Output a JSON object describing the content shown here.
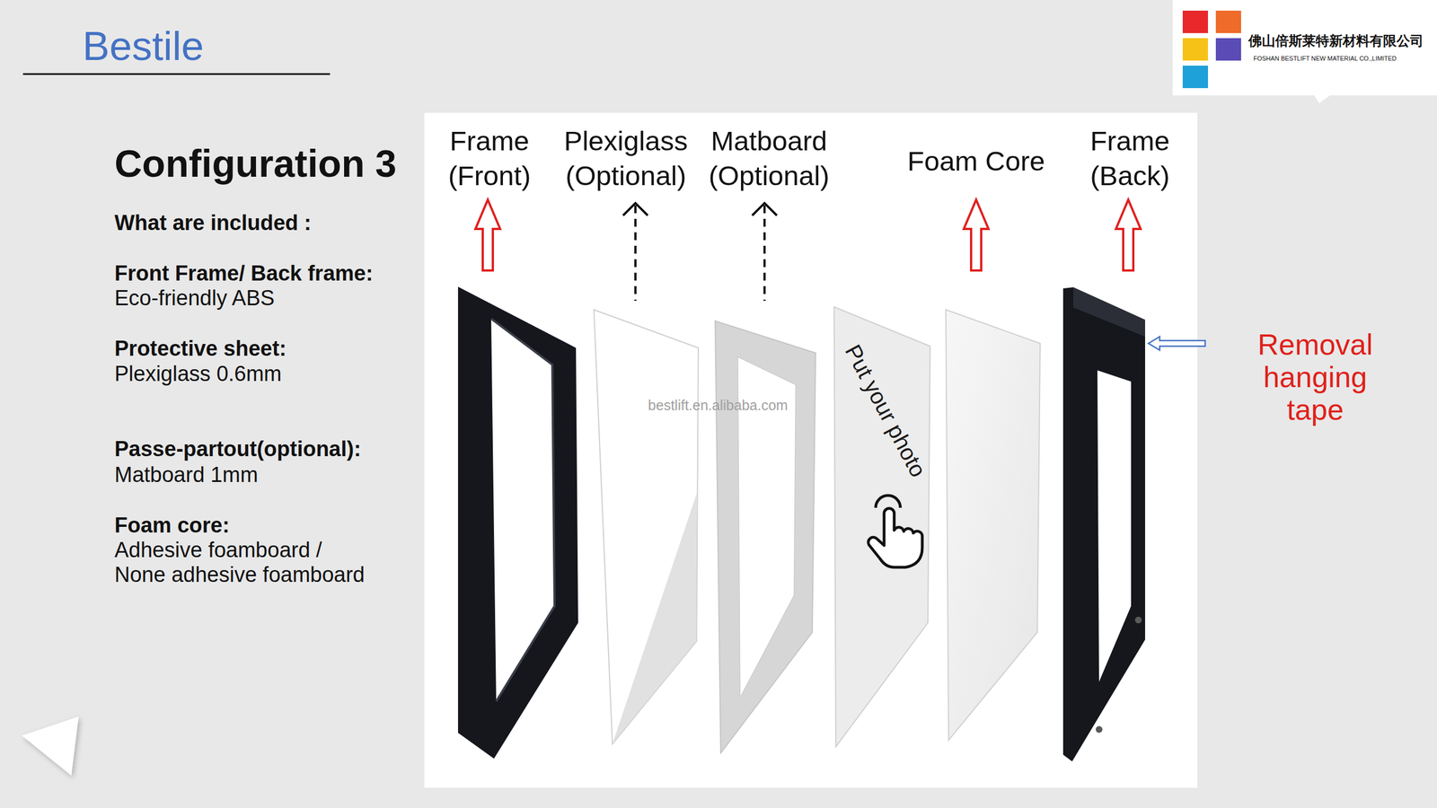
{
  "diagram": {
    "title": "Bestile",
    "labels": [
      "佛山倍斯莱特新材料有限公司",
      "FOSHAN BESTLIFT NEW MATERIAL CO.,LIMITED",
      "Configuration 3",
      "What are included :",
      "Front Frame/ Back frame:",
      "Eco-friendly ABS",
      "Protective sheet:",
      "Plexiglass 0.6mm",
      "Passe-partout(optional):",
      "Matboard 1mm",
      "Foam core:",
      "Adhesive foamboard / None adhesive foamboard",
      "Frame (Front)",
      "Plexiglass (Optional)",
      "Matboard (Optional)",
      "Foam Core",
      "Frame (Back)",
      "bestlift.en.alibaba.com",
      "Put your photo",
      "Removal hanging tape"
    ]
  }
}
